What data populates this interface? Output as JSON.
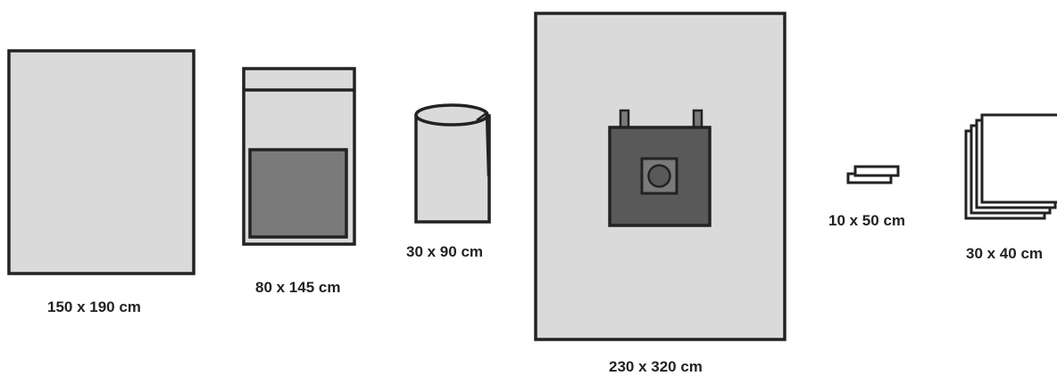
{
  "colors": {
    "outline": "#222222",
    "light_fill": "#d9dad9",
    "mid_fill": "#7a7a7a",
    "dark_fill": "#595959",
    "white": "#ffffff"
  },
  "items": [
    {
      "id": "drape-large-sheet",
      "label": "150 x 190 cm"
    },
    {
      "id": "drape-pouch",
      "label": "80 x 145 cm"
    },
    {
      "id": "drape-bag",
      "label": "30 x 90 cm"
    },
    {
      "id": "drape-fenestrated",
      "label": "230 x 320 cm"
    },
    {
      "id": "drape-tape-strip",
      "label": "10 x 50 cm"
    },
    {
      "id": "drape-towel-stack",
      "label": "30 x 40 cm"
    }
  ]
}
